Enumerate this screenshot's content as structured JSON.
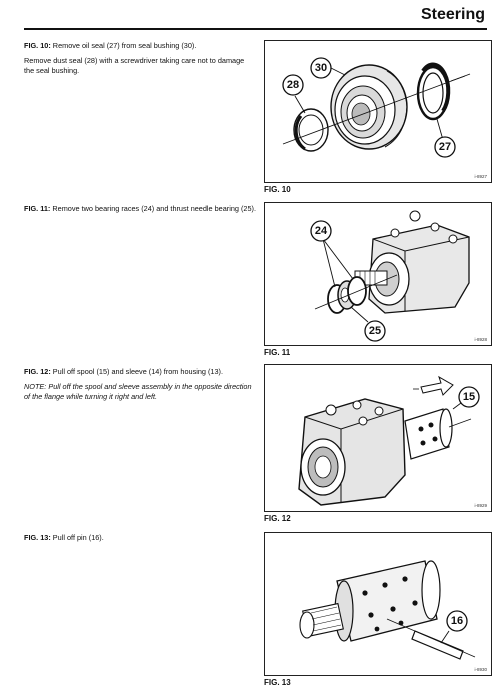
{
  "header": {
    "title": "Steering"
  },
  "sections": [
    {
      "fig_prefix": "FIG. 10:",
      "line1": " Remove oil seal (27) from seal bushing (30).",
      "line2": "Remove dust seal (28) with a screwdriver taking care not to damage the seal bushing.",
      "figure": {
        "label": "FIG. 10",
        "code": "i-8927",
        "callouts": [
          "28",
          "30",
          "27"
        ]
      }
    },
    {
      "fig_prefix": "FIG. 11:",
      "line1": " Remove two bearing races (24) and thrust needle bearing (25).",
      "figure": {
        "label": "FIG. 11",
        "code": "i-8928",
        "callouts": [
          "24",
          "25"
        ]
      }
    },
    {
      "fig_prefix": "FIG. 12:",
      "line1": " Pull off spool (15) and sleeve (14) from housing (13).",
      "note_label": "NOTE:",
      "note_text": "Pull off the spool and sleeve assembly in the opposite direction of the flange while turning it right and left.",
      "figure": {
        "label": "FIG. 12",
        "code": "i-8929",
        "callouts": [
          "15"
        ]
      }
    },
    {
      "fig_prefix": "FIG. 13:",
      "line1": " Pull off pin (16).",
      "figure": {
        "label": "FIG. 13",
        "code": "i-8930",
        "callouts": [
          "16"
        ]
      }
    }
  ]
}
